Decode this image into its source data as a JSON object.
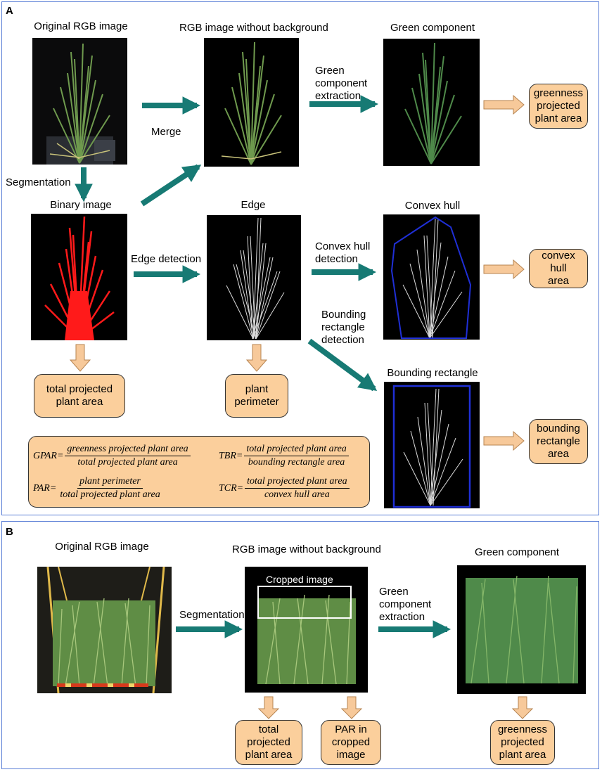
{
  "panel_a": {
    "label": "A",
    "captions": {
      "original_rgb": "Original RGB image",
      "rgb_no_bg": "RGB image without background",
      "green_component": "Green component",
      "binary_image": "Binary image",
      "edge": "Edge",
      "convex_hull": "Convex hull",
      "bounding_rectangle": "Bounding rectangle"
    },
    "step_labels": {
      "merge": "Merge",
      "segmentation": "Segmentation",
      "green_extraction_1": "Green",
      "green_extraction_2": "component",
      "green_extraction_3": "extraction",
      "edge_detection": "Edge detection",
      "convex_hull_detection_1": "Convex hull",
      "convex_hull_detection_2": "detection",
      "bounding_detection_1": "Bounding",
      "bounding_detection_2": "rectangle",
      "bounding_detection_3": "detection"
    },
    "outputs": {
      "greenness_1": "greenness",
      "greenness_2": "projected",
      "greenness_3": "plant area",
      "convex_1": "convex hull",
      "convex_2": "area",
      "bounding_1": "bounding",
      "bounding_2": "rectangle",
      "bounding_3": "area",
      "total_1": "total projected",
      "total_2": "plant area",
      "perimeter_1": "plant",
      "perimeter_2": "perimeter"
    },
    "formulas": {
      "gpar": {
        "lhs": "GPAR=",
        "num": "greenness projected plant area",
        "den": "total projected plant area"
      },
      "par": {
        "lhs": "PAR=",
        "num": "plant perimeter",
        "den": "total projected plant area"
      },
      "tbr": {
        "lhs": "TBR=",
        "num": "total projected plant area",
        "den": "bounding rectangle area"
      },
      "tcr": {
        "lhs": "TCR=",
        "num": "total projected plant area",
        "den": "convex hull area"
      }
    }
  },
  "panel_b": {
    "label": "B",
    "captions": {
      "original_rgb": "Original RGB image",
      "rgb_no_bg": "RGB image without background",
      "green_component": "Green component",
      "cropped_image": "Cropped image"
    },
    "step_labels": {
      "segmentation": "Segmentation",
      "green_extraction_1": "Green",
      "green_extraction_2": "component",
      "green_extraction_3": "extraction"
    },
    "outputs": {
      "total_1": "total",
      "total_2": "projected",
      "total_3": "plant area",
      "par_1": "PAR in",
      "par_2": "cropped",
      "par_3": "image",
      "greenness_1": "greenness",
      "greenness_2": "projected",
      "greenness_3": "plant area"
    }
  },
  "colors": {
    "arrow_teal": "#177a74",
    "output_box": "#fbcf9c",
    "arrow_peach": "#f7c99a",
    "panel_border": "#5b7fd6",
    "hull_blue": "#1f2fd6",
    "binary_red": "#ff1a1a"
  }
}
